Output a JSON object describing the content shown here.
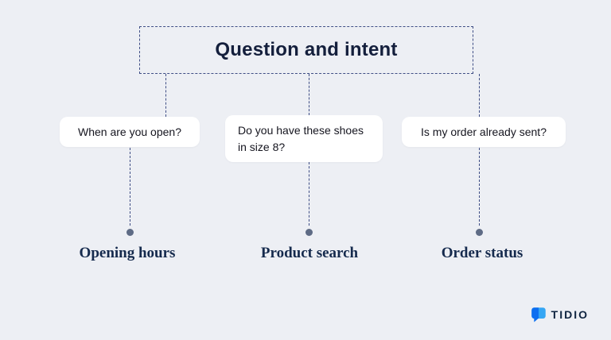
{
  "header": {
    "title": "Question and intent"
  },
  "columns": [
    {
      "question": "When are you open?",
      "intent": "Opening hours"
    },
    {
      "question": "Do you have these shoes in size 8?",
      "intent": "Product search"
    },
    {
      "question": "Is my order already sent?",
      "intent": "Order status"
    }
  ],
  "logo": {
    "text": "TIDIO",
    "icon": "chat-bubble-icon"
  },
  "colors": {
    "background": "#edeff4",
    "dashed_line": "#3f4e85",
    "title_text": "#141f3c",
    "bubble_background": "#ffffff",
    "bubble_text": "#15151f",
    "dot": "#5e6b85",
    "intent_text": "#152a4d",
    "logo_blue_dark": "#0d6ef0",
    "logo_blue_light": "#35a6f4",
    "logo_text": "#0f2440"
  }
}
